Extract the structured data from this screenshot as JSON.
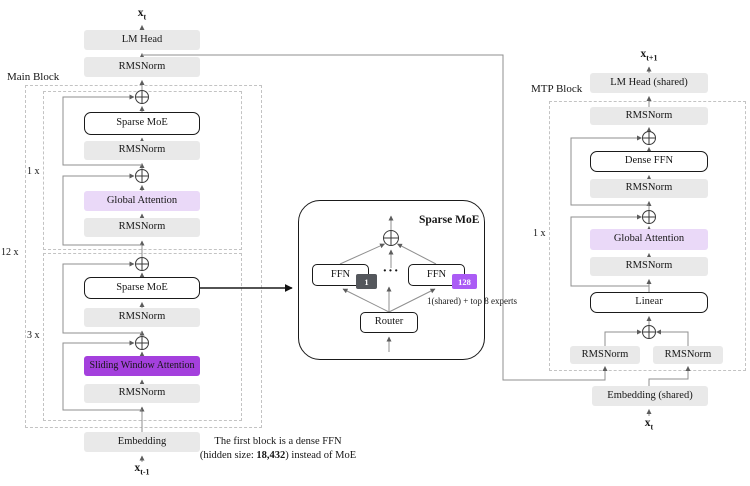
{
  "left": {
    "output_var": {
      "base": "x",
      "sub": "t"
    },
    "input_var": {
      "base": "x",
      "sub": "t-1"
    },
    "lm_head": "LM Head",
    "rmsnorm": "RMSNorm",
    "block_title": "Main Block",
    "repeat_outer": "12 x",
    "repeat_inner_top": "1 x",
    "repeat_inner_bottom": "3 x",
    "sparse_moe": "Sparse MoE",
    "global_attention": "Global Attention",
    "sliding_window_attention": "Sliding Window Attention",
    "embedding": "Embedding"
  },
  "moe_panel": {
    "title": "Sparse MoE",
    "ffn": "FFN",
    "ffn_left_badge": "1",
    "ffn_right_badge": "128",
    "dots": "···",
    "router": "Router",
    "note": "1(shared) + top 8 experts"
  },
  "mtp": {
    "block_title": "MTP Block",
    "repeat": "1 x",
    "output_var": {
      "base": "x",
      "sub": "t+1"
    },
    "input_var": {
      "base": "x",
      "sub": "t"
    },
    "lm_head_shared": "LM Head (shared)",
    "rmsnorm": "RMSNorm",
    "dense_ffn": "Dense FFN",
    "global_attention": "Global Attention",
    "linear": "Linear",
    "embedding_shared": "Embedding (shared)"
  },
  "caption": {
    "line1": "The first block is a dense FFN",
    "line2_prefix": "(hidden size: ",
    "line2_bold": "18,432",
    "line2_suffix": ") instead of MoE"
  },
  "colors": {
    "box_gray": "#e9e9e9",
    "attention_lavender": "#ead9f8",
    "swa_purple": "#a440dd",
    "badge_dark": "#54575c",
    "badge_purple": "#ab5cf5",
    "line_gray": "#8f8f8f"
  }
}
